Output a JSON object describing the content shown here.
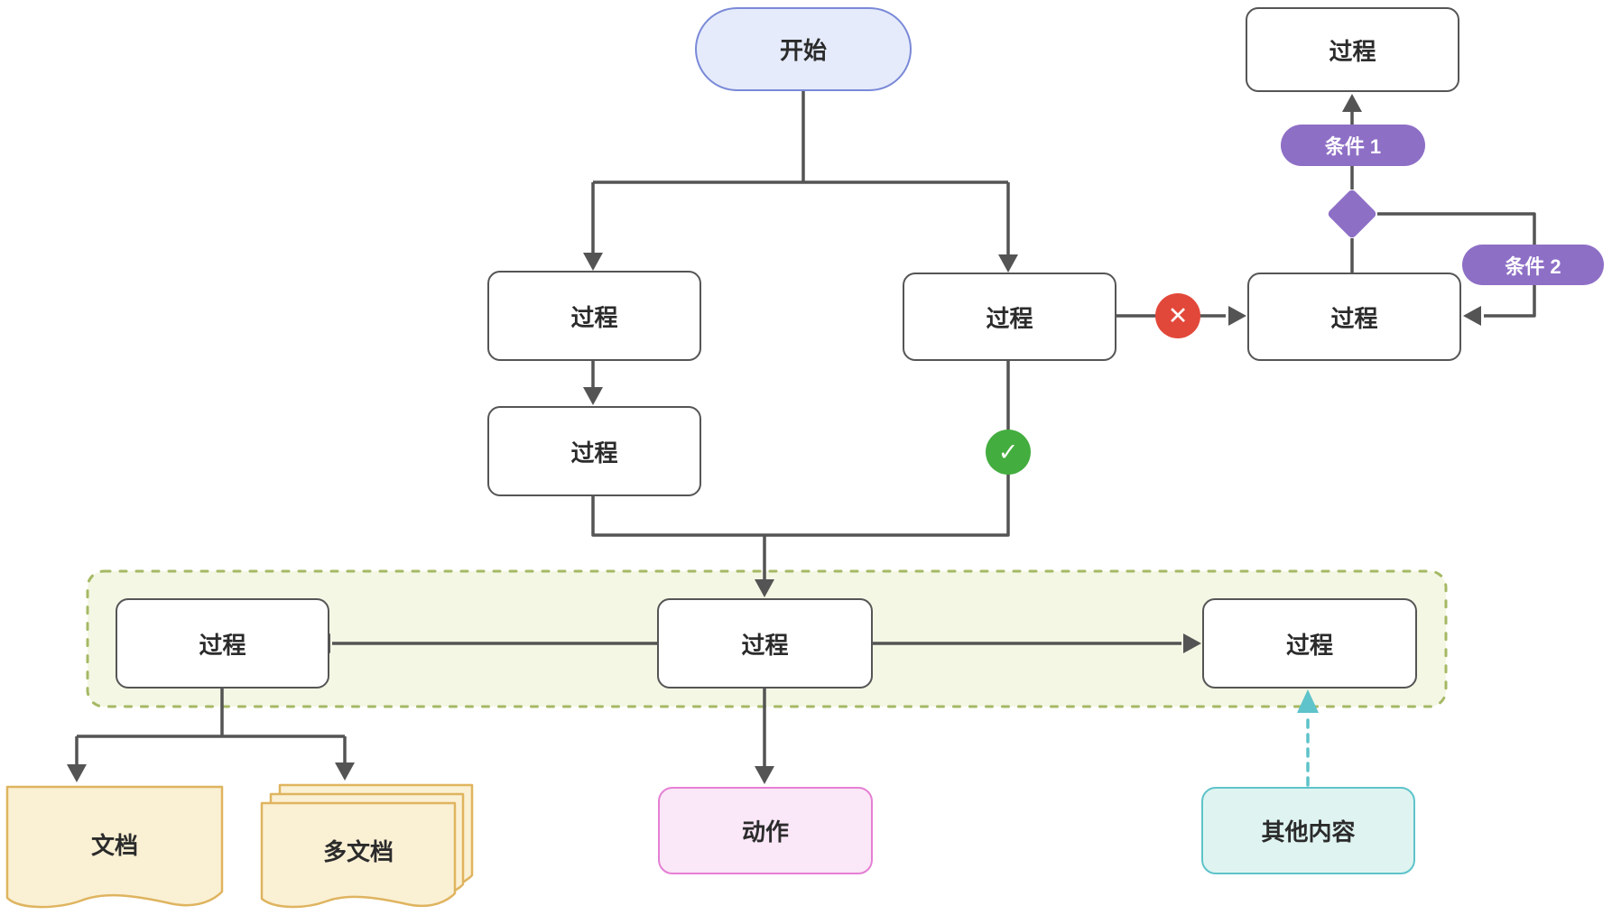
{
  "diagram": {
    "nodes": {
      "start": {
        "label": "开始"
      },
      "process_top_left": {
        "label": "过程"
      },
      "process_left_2": {
        "label": "过程"
      },
      "process_center": {
        "label": "过程"
      },
      "process_right": {
        "label": "过程"
      },
      "process_top_right": {
        "label": "过程"
      },
      "subgraph_process_left": {
        "label": "过程"
      },
      "subgraph_process_center": {
        "label": "过程"
      },
      "subgraph_process_right": {
        "label": "过程"
      },
      "condition_1": {
        "label": "条件 1"
      },
      "condition_2": {
        "label": "条件 2"
      },
      "action": {
        "label": "动作"
      },
      "document": {
        "label": "文档"
      },
      "multi_document": {
        "label": "多文档"
      },
      "other_content": {
        "label": "其他内容"
      }
    },
    "icons": {
      "fail": "✕",
      "success": "✓"
    },
    "colors": {
      "edge_gray": "#545454",
      "node_border": "#555555",
      "start_fill": "#e5ebfa",
      "start_border": "#7a89d8",
      "condition_purple": "#8e6fc6",
      "fail_red": "#e2483a",
      "success_green": "#43ad3f",
      "subgraph_fill": "#f4f7e4",
      "subgraph_dash": "#a5b964",
      "document_fill": "#faf0d4",
      "document_border": "#dfb45f",
      "action_fill": "#fae7f7",
      "action_border": "#e57fd4",
      "other_fill": "#dff4f1",
      "other_border": "#5ec3ca"
    }
  }
}
